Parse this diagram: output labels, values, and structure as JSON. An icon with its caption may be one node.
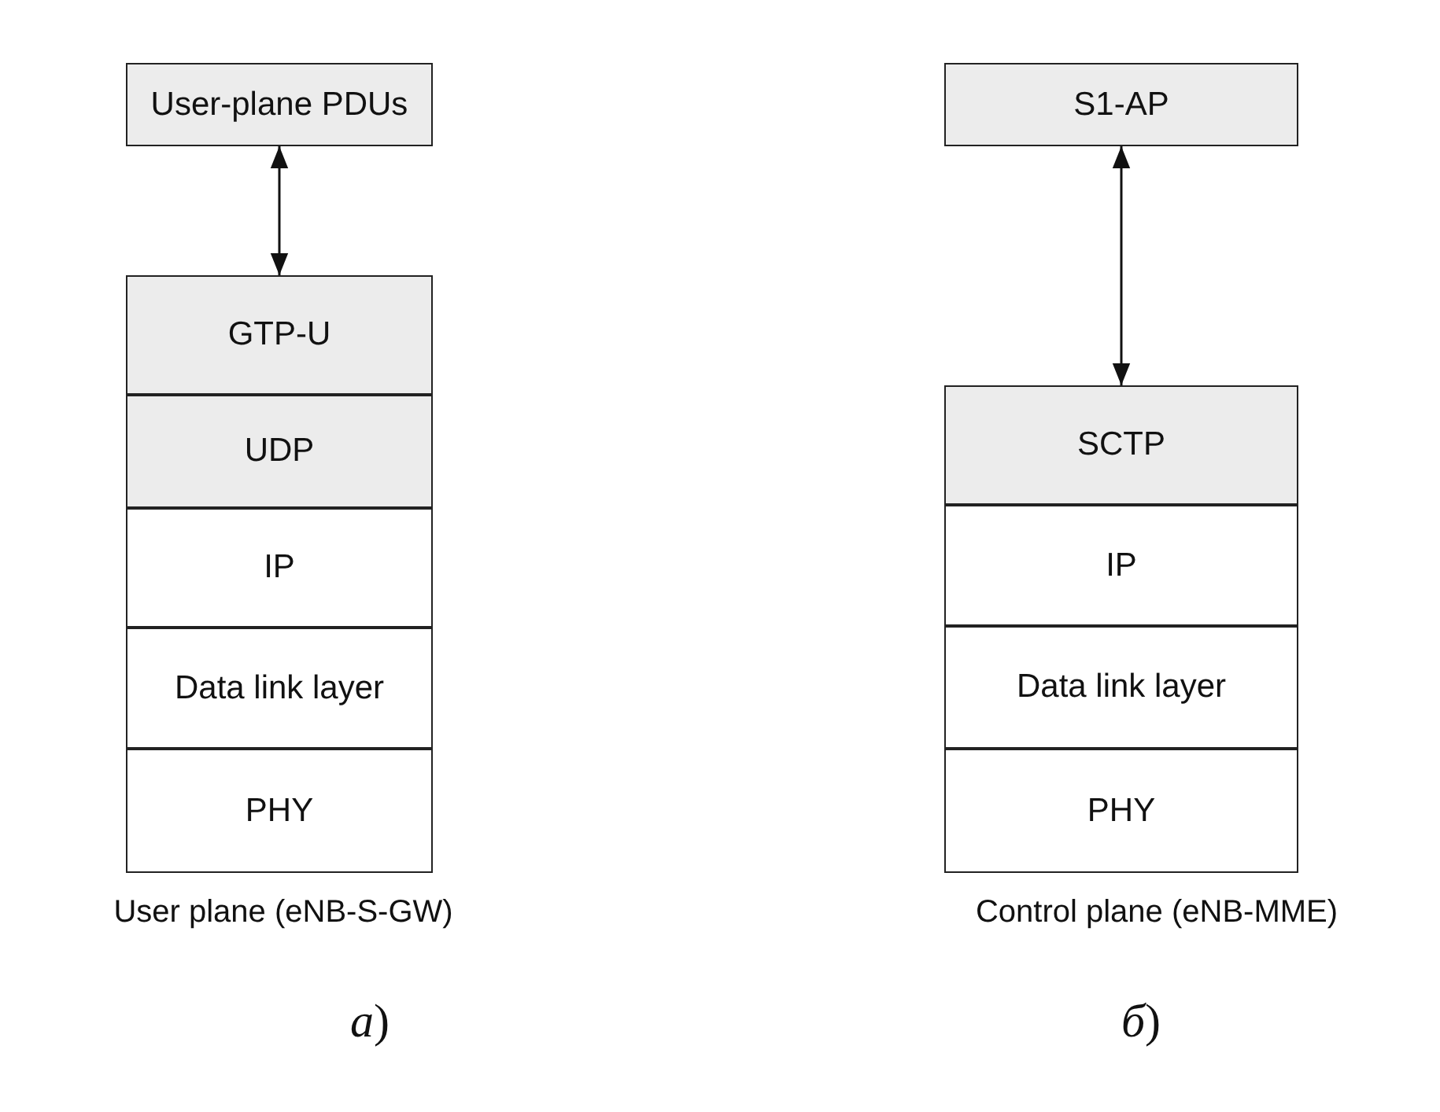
{
  "diagram": {
    "nodes": [
      {
        "text": [
          "User-plane PDUs"
        ]
      },
      {
        "text": [
          "GTP-U"
        ]
      },
      {
        "text": [
          "UDP"
        ]
      },
      {
        "text": [
          "IP"
        ]
      },
      {
        "text": [
          "Data link layer"
        ]
      },
      {
        "text": [
          "PHY"
        ]
      },
      {
        "text": [
          "S1-AP"
        ]
      },
      {
        "text": [
          "SCTP"
        ]
      },
      {
        "text": [
          "IP"
        ]
      },
      {
        "text": [
          "Data link layer"
        ]
      },
      {
        "text": [
          "PHY"
        ]
      }
    ],
    "edges": [
      {
        "from": 0,
        "to": 1,
        "arrow": "both"
      },
      {
        "from": 6,
        "to": 7,
        "arrow": "both"
      }
    ],
    "labels": [
      "User plane (eNB-S-GW)",
      "Control plane (eNB-MME)",
      "*а*)",
      "*б*)"
    ]
  }
}
